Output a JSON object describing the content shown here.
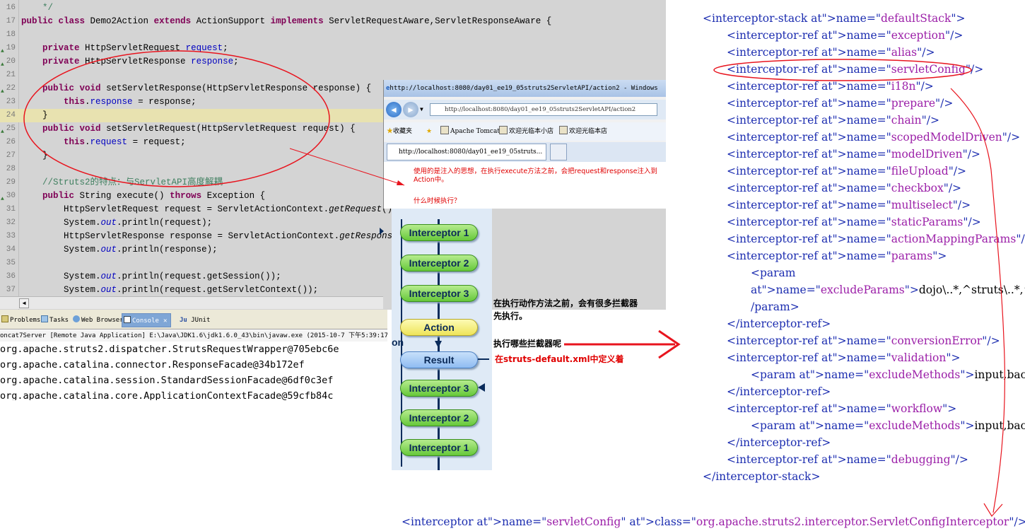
{
  "editor": {
    "lines": [
      {
        "n": "16",
        "code": "    */",
        "cls": "cmt"
      },
      {
        "n": "17",
        "code": "public class Demo2Action extends ActionSupport implements ServletRequestAware,ServletResponseAware {"
      },
      {
        "n": "18",
        "code": ""
      },
      {
        "n": "19",
        "code": "    private HttpServletRequest request;"
      },
      {
        "n": "20",
        "code": "    private HttpServletResponse response;"
      },
      {
        "n": "21",
        "code": ""
      },
      {
        "n": "22",
        "code": "    public void setServletResponse(HttpServletResponse response) {"
      },
      {
        "n": "23",
        "code": "        this.response = response;"
      },
      {
        "n": "24",
        "code": "    }"
      },
      {
        "n": "25",
        "code": "    public void setServletRequest(HttpServletRequest request) {"
      },
      {
        "n": "26",
        "code": "        this.request = request;"
      },
      {
        "n": "27",
        "code": "    }"
      },
      {
        "n": "28",
        "code": ""
      },
      {
        "n": "29",
        "code": "    //Struts2的特点：与ServletAPI高度解耦"
      },
      {
        "n": "30",
        "code": "    public String execute() throws Exception {"
      },
      {
        "n": "31",
        "code": "        HttpServletRequest request = ServletActionContext.getRequest();"
      },
      {
        "n": "32",
        "code": "        System.out.println(request);"
      },
      {
        "n": "33",
        "code": "        HttpServletResponse response = ServletActionContext.getResponse();"
      },
      {
        "n": "34",
        "code": "        System.out.println(response);"
      },
      {
        "n": "35",
        "code": ""
      },
      {
        "n": "36",
        "code": "        System.out.println(request.getSession());"
      },
      {
        "n": "37",
        "code": "        System.out.println(request.getServletContext());"
      }
    ]
  },
  "console": {
    "tabs": [
      "Problems",
      "Tasks",
      "Web Browser",
      "Console",
      "JUnit"
    ],
    "description": "oncat7Server [Remote Java Application] E:\\Java\\JDK1.6\\jdk1.6.0_43\\bin\\javaw.exe (2015-10-7 下午5:39:17)",
    "output": [
      "org.apache.struts2.dispatcher.StrutsRequestWrapper@705ebc6e",
      "org.apache.catalina.connector.ResponseFacade@34b172ef",
      "org.apache.catalina.session.StandardSessionFacade@6df0c3ef",
      "org.apache.catalina.core.ApplicationContextFacade@59cfb84c"
    ]
  },
  "browser": {
    "title": "http://localhost:8080/day01_ee19_05struts2ServletAPI/action2 - Windows",
    "url": "http://localhost:8080/day01_ee19_05struts2ServletAPI/action2",
    "favorites": [
      "收藏夹",
      "Apache Tomcat",
      "欢迎光临本小店",
      "欢迎光临本店"
    ],
    "tab_title": "http://localhost:8080/day01_ee19_05struts...",
    "note_1": "使用的是注入的思想，在执行execute方法之前，会把request和response注入到Action中。",
    "note_2": "什么时候执行？"
  },
  "diagram": {
    "boxes": [
      "Interceptor 1",
      "Interceptor 2",
      "Interceptor 3",
      "Action",
      "Result",
      "Interceptor 3",
      "Interceptor 2",
      "Interceptor 1"
    ],
    "side_text": "on",
    "note_black_1": "在执行动作方法之前，会有很多拦截器先执行。",
    "note_black_2": "执行哪些拦截器呢",
    "note_red": "在struts-default.xml中定义着"
  },
  "xml": {
    "stack_open": "<interceptor-stack name=\"defaultStack\">",
    "refs": [
      "exception",
      "alias",
      "servletConfig",
      "i18n",
      "prepare",
      "chain",
      "scopedModelDriven",
      "modelDriven",
      "fileUpload",
      "checkbox",
      "multiselect",
      "staticParams",
      "actionMappingParams",
      "params"
    ],
    "param_open": "<param",
    "param_name_line": "name=\"excludeParams\">dojo\\..*,^struts\\..*,^",
    "param_close": "/param>",
    "ref_close": "</interceptor-ref>",
    "ref_conversion": "conversionError",
    "ref_validation": "validation",
    "validation_param": "<param name=\"excludeMethods\">input,back,car",
    "ref_workflow": "workflow",
    "workflow_param": "<param name=\"excludeMethods\">input,back,car",
    "ref_debugging": "debugging",
    "stack_close": "</interceptor-stack>",
    "bottom": "<interceptor name=\"servletConfig\" class=\"org.apache.struts2.interceptor.ServletConfigInterceptor\"/>"
  },
  "colors": {
    "annotation_red": "#e8141e",
    "xml_tag": "#1c2db0",
    "xml_value": "#9b1fa8"
  }
}
